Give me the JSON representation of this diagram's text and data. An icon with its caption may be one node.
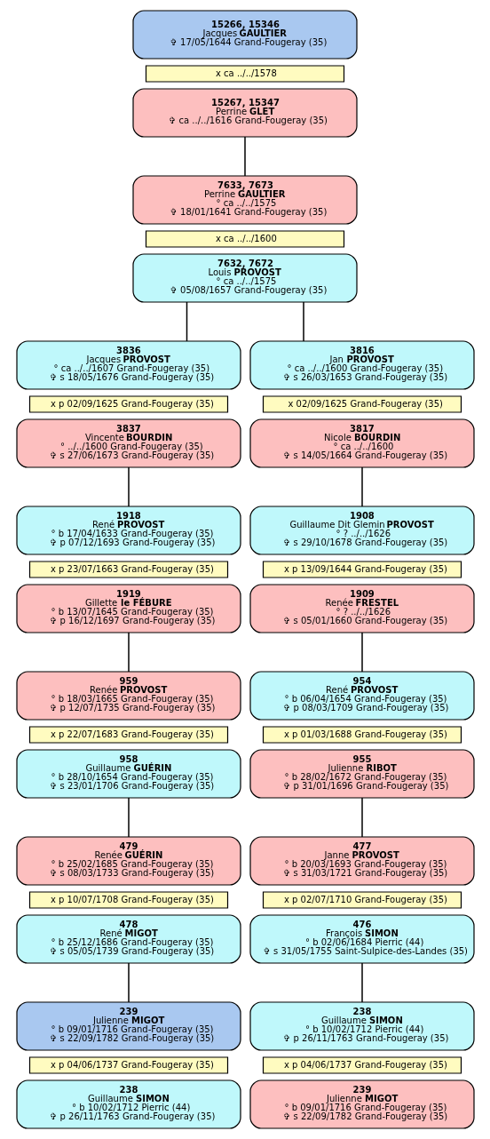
{
  "diagram": {
    "nodes": [
      {
        "text": [
          "15266, 15346",
          "Jacques **GAULTIER**",
          "✞ 17/05/1644 Grand-Fougeray (35)"
        ]
      },
      {
        "text": [
          "x ca ../../1578"
        ]
      },
      {
        "text": [
          "15267, 15347",
          "Perrine **GLET**",
          "✞ ca ../../1616 Grand-Fougeray (35)"
        ]
      },
      {
        "text": [
          "7633, 7673",
          "Perrine **GAULTIER**",
          "° ca ../../1575",
          "✞ 18/01/1641 Grand-Fougeray (35)"
        ]
      },
      {
        "text": [
          "x ca ../../1600"
        ]
      },
      {
        "text": [
          "7632, 7672",
          "Louis **PROVOST**",
          "° ca ../../1575",
          "✞ 05/08/1657 Grand-Fougeray (35)"
        ]
      },
      {
        "text": [
          "3836",
          "Jacques **PROVOST**",
          "° ca ../../1607 Grand-Fougeray (35)",
          "✞ s 18/05/1676 Grand-Fougeray (35)"
        ]
      },
      {
        "text": [
          "3816",
          "Jan **PROVOST**",
          "° ca ../../1600 Grand-Fougeray (35)",
          "✞ s 26/03/1653 Grand-Fougeray (35)"
        ]
      },
      {
        "text": [
          "x p 02/09/1625 Grand-Fougeray (35)"
        ]
      },
      {
        "text": [
          "x 02/09/1625 Grand-Fougeray (35)"
        ]
      },
      {
        "text": [
          "3837",
          "Vincente **BOURDIN**",
          "° ../../1600 Grand-Fougeray (35)",
          "✞ s 27/06/1673 Grand-Fougeray (35)"
        ]
      },
      {
        "text": [
          "3817",
          "Nicole **BOURDIN**",
          "° ca ../../1600",
          "✞ s 14/05/1664 Grand-Fougeray (35)"
        ]
      },
      {
        "text": [
          "1918",
          "René **PROVOST**",
          "° b 17/04/1633 Grand-Fougeray (35)",
          "✞ p 07/12/1693 Grand-Fougeray (35)"
        ]
      },
      {
        "text": [
          "1908",
          "Guillaume Dit Glemin **PROVOST**",
          "° ? ../../1626",
          "✞ s 29/10/1678 Grand-Fougeray (35)"
        ]
      },
      {
        "text": [
          "x p 23/07/1663 Grand-Fougeray (35)"
        ]
      },
      {
        "text": [
          "x p 13/09/1644 Grand-Fougeray (35)"
        ]
      },
      {
        "text": [
          "1919",
          "Gillette **le FÉBURE**",
          "° b 13/07/1645 Grand-Fougeray (35)",
          "✞ p 16/12/1697 Grand-Fougeray (35)"
        ]
      },
      {
        "text": [
          "1909",
          "Renée **FRESTEL**",
          "° ? ../../1626",
          "✞ s 05/01/1660 Grand-Fougeray (35)"
        ]
      },
      {
        "text": [
          "959",
          "Renée **PROVOST**",
          "° b 18/03/1665 Grand-Fougeray (35)",
          "✞ p 12/07/1735 Grand-Fougeray (35)"
        ]
      },
      {
        "text": [
          "954",
          "René **PROVOST**",
          "° b 06/04/1654 Grand-Fougeray (35)",
          "✞ p 08/03/1709 Grand-Fougeray (35)"
        ]
      },
      {
        "text": [
          "x p 22/07/1683 Grand-Fougeray (35)"
        ]
      },
      {
        "text": [
          "x p 01/03/1688 Grand-Fougeray (35)"
        ]
      },
      {
        "text": [
          "958",
          "Guillaume **GUÉRIN**",
          "° b 28/10/1654 Grand-Fougeray (35)",
          "✞ s 23/01/1706 Grand-Fougeray (35)"
        ]
      },
      {
        "text": [
          "955",
          "Julienne **RIBOT**",
          "° b 28/02/1672 Grand-Fougeray (35)",
          "✞ p 31/01/1696 Grand-Fougeray (35)"
        ]
      },
      {
        "text": [
          "479",
          "Renée **GUÉRIN**",
          "° b 25/02/1685 Grand-Fougeray (35)",
          "✞ s 08/03/1733 Grand-Fougeray (35)"
        ]
      },
      {
        "text": [
          "477",
          "Janne **PROVOST**",
          "° b 20/03/1693 Grand-Fougeray (35)",
          "✞ s 31/03/1721 Grand-Fougeray (35)"
        ]
      },
      {
        "text": [
          "x p 10/07/1708 Grand-Fougeray (35)"
        ]
      },
      {
        "text": [
          "x p 02/07/1710 Grand-Fougeray (35)"
        ]
      },
      {
        "text": [
          "478",
          "René **MIGOT**",
          "° b 25/12/1686 Grand-Fougeray (35)",
          "✞ s 05/05/1739 Grand-Fougeray (35)"
        ]
      },
      {
        "text": [
          "476",
          "François **SIMON**",
          "° b 02/06/1684 Pierric (44)",
          "✞ s 31/05/1755 Saint-Sulpice-des-Landes (35)"
        ]
      },
      {
        "text": [
          "239",
          "Julienne **MIGOT**",
          "° b 09/01/1716 Grand-Fougeray (35)",
          "✞ s 22/09/1782 Grand-Fougeray (35)"
        ]
      },
      {
        "text": [
          "238",
          "Guillaume **SIMON**",
          "° b 10/02/1712 Pierric (44)",
          "✞ p 26/11/1763 Grand-Fougeray (35)"
        ]
      },
      {
        "text": [
          "x p 04/06/1737 Grand-Fougeray (35)"
        ]
      },
      {
        "text": [
          "x p 04/06/1737 Grand-Fougeray (35)"
        ]
      },
      {
        "text": [
          "238",
          "Guillaume **SIMON**",
          "° b 10/02/1712 Pierric (44)",
          "✞ p 26/11/1763 Grand-Fougeray (35)"
        ]
      },
      {
        "text": [
          "239",
          "Julienne **MIGOT**",
          "° b 09/01/1716 Grand-Fougeray (35)",
          "✞ s 22/09/1782 Grand-Fougeray (35)"
        ]
      }
    ],
    "edges": [
      {
        "from": 2,
        "to": 3,
        "arrow": "none"
      },
      {
        "from": 5,
        "to": 6,
        "arrow": "none"
      },
      {
        "from": 5,
        "to": 7,
        "arrow": "none"
      },
      {
        "from": 10,
        "to": 12,
        "arrow": "none"
      },
      {
        "from": 11,
        "to": 13,
        "arrow": "none"
      },
      {
        "from": 16,
        "to": 18,
        "arrow": "none"
      },
      {
        "from": 17,
        "to": 19,
        "arrow": "none"
      },
      {
        "from": 22,
        "to": 24,
        "arrow": "none"
      },
      {
        "from": 23,
        "to": 25,
        "arrow": "none"
      },
      {
        "from": 28,
        "to": 30,
        "arrow": "none"
      },
      {
        "from": 29,
        "to": 31,
        "arrow": "none"
      }
    ]
  }
}
